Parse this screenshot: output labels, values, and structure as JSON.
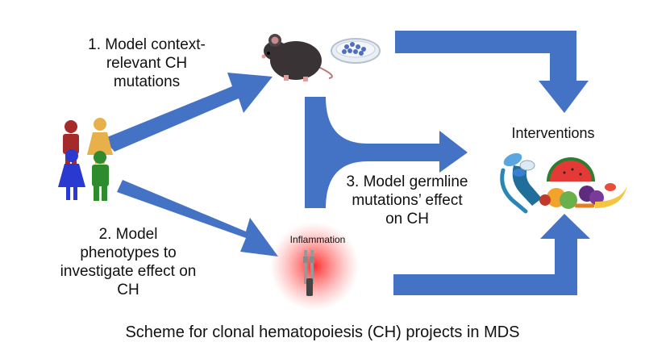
{
  "steps": {
    "step1": {
      "line1": "1. Model context-",
      "line2": "relevant CH",
      "line3": "mutations"
    },
    "step2": {
      "line1": "2. Model",
      "line2": "phenotypes to",
      "line3": "investigate effect on",
      "line4": "CH"
    },
    "step3": {
      "line1": "3. Model germline",
      "line2": "mutations’ effect",
      "line3": "on CH"
    }
  },
  "inflammation_label": "Inflammation",
  "interventions_label": "Interventions",
  "caption": "Scheme for clonal hematopoiesis (CH) projects in MDS",
  "colors": {
    "arrow": "#4472c4",
    "person_red": "#a52a2a",
    "person_yellow": "#e8b04a",
    "person_blue": "#2a3ad0",
    "person_green": "#2e8b2e",
    "inflammation_glow": "#ff3030"
  },
  "icons": {
    "people": "people-icon",
    "mouse": "mouse-icon",
    "petri_dish": "petri-dish-icon",
    "inflammation": "inflammation-icon",
    "pills_hand": "pills-hand-icon",
    "fruits": "fruits-vegetables-icon"
  }
}
